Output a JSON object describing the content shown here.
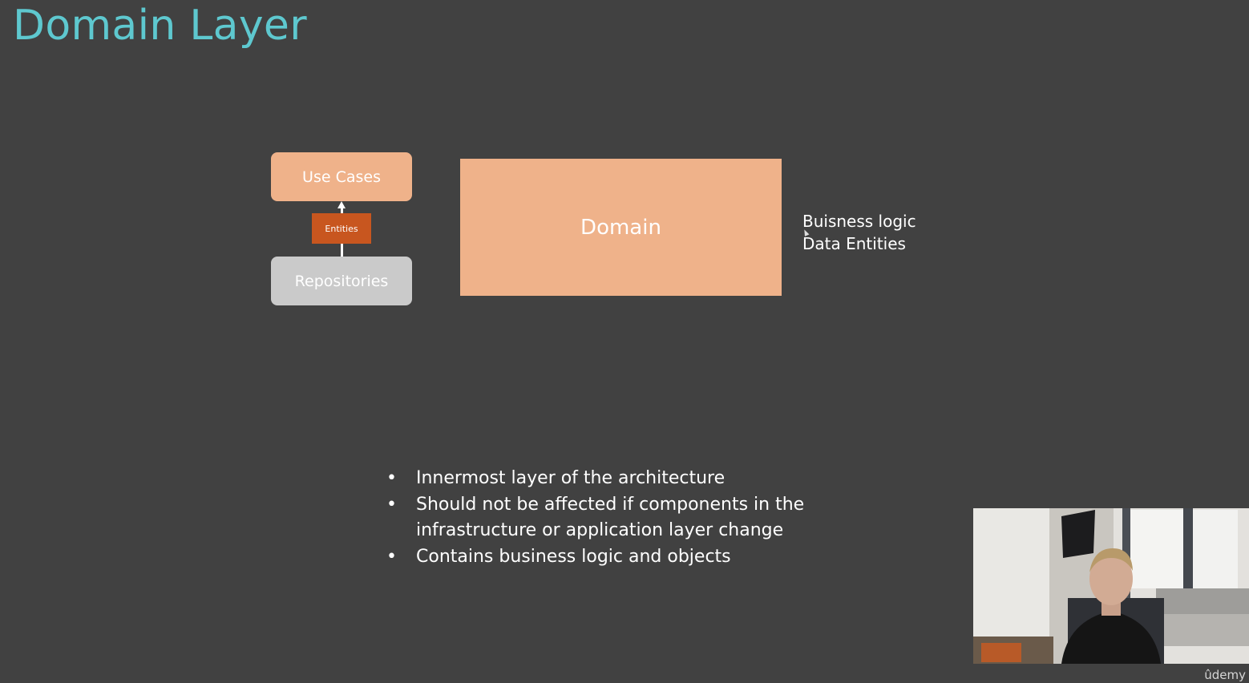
{
  "slide": {
    "title": "Domain Layer"
  },
  "diagram": {
    "use_cases": "Use Cases",
    "entities": "Entities",
    "repositories": "Repositories",
    "domain": "Domain"
  },
  "side_notes": [
    "Buisness logic",
    "Data Entities"
  ],
  "bullets": [
    "Innermost layer of the architecture",
    "Should not be affected if components in the infrastructure or application layer change",
    "Contains business logic and objects"
  ],
  "brand": "ûdemy",
  "colors": {
    "background": "#414141",
    "title": "#5ec8cf",
    "peach": "#efb28a",
    "gray_box": "#cacaca",
    "entities_box": "#c8561f"
  }
}
